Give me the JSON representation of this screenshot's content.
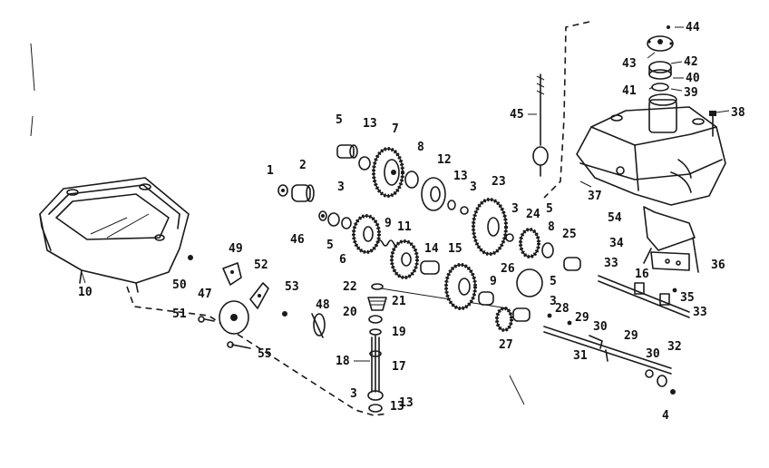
{
  "diagram": {
    "part_numbers": [
      "1",
      "2",
      "3",
      "3",
      "3",
      "3",
      "3",
      "4",
      "5",
      "5",
      "5",
      "5",
      "6",
      "7",
      "8",
      "8",
      "9",
      "9",
      "10",
      "11",
      "12",
      "13",
      "13",
      "13",
      "13",
      "14",
      "15",
      "16",
      "17",
      "18",
      "19",
      "20",
      "21",
      "22",
      "23",
      "24",
      "25",
      "26",
      "27",
      "28",
      "29",
      "29",
      "30",
      "30",
      "31",
      "32",
      "33",
      "33",
      "34",
      "35",
      "36",
      "37",
      "38",
      "39",
      "40",
      "41",
      "42",
      "43",
      "44",
      "45",
      "46",
      "47",
      "48",
      "49",
      "50",
      "51",
      "52",
      "53",
      "54",
      "55"
    ]
  }
}
